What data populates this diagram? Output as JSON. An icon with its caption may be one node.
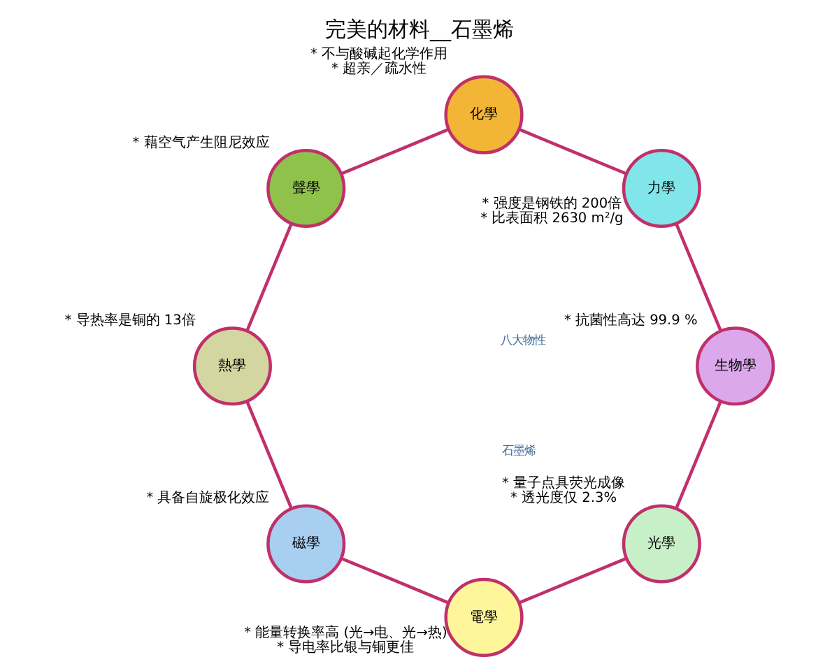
{
  "diagram": {
    "title": "完美的材料__石墨烯",
    "nodes": [
      {
        "text": [
          "光學"
        ],
        "beside": [
          "* 量子点具荧光成像",
          "* 透光度仅 2.3%"
        ]
      },
      {
        "text": [
          "電學"
        ],
        "beside": [
          "* 能量转换率高 (光→电、光→热)",
          "* 导电率比银与铜更佳"
        ]
      },
      {
        "text": [
          "磁學"
        ],
        "beside": [
          "* 具备自旋极化效应"
        ]
      },
      {
        "text": [
          "熱學"
        ],
        "beside": [
          "* 导热率是铜的 13倍"
        ]
      },
      {
        "text": [
          "聲學"
        ],
        "beside": [
          "* 藉空气产生阻尼效应"
        ]
      },
      {
        "text": [
          "化學"
        ],
        "beside": [
          "* 不与酸碱起化学作用",
          "* 超亲／疏水性"
        ]
      },
      {
        "text": [
          "力學"
        ],
        "beside": [
          "* 强度是钢铁的 200倍",
          "* 比表面积 2630 m²/g"
        ]
      },
      {
        "text": [
          "生物學"
        ],
        "beside": [
          "* 抗菌性高达 99.9 %"
        ]
      }
    ],
    "edges": [
      {
        "from": 0,
        "to": 1,
        "arrow": "none"
      },
      {
        "from": 1,
        "to": 2,
        "arrow": "none"
      },
      {
        "from": 2,
        "to": 3,
        "arrow": "none"
      },
      {
        "from": 3,
        "to": 4,
        "arrow": "none"
      },
      {
        "from": 4,
        "to": 5,
        "arrow": "none"
      },
      {
        "from": 5,
        "to": 6,
        "arrow": "none"
      },
      {
        "from": 6,
        "to": 7,
        "arrow": "none"
      },
      {
        "from": 7,
        "to": 0,
        "arrow": "none"
      }
    ],
    "labels": [
      "石墨烯",
      "八大物性"
    ]
  }
}
